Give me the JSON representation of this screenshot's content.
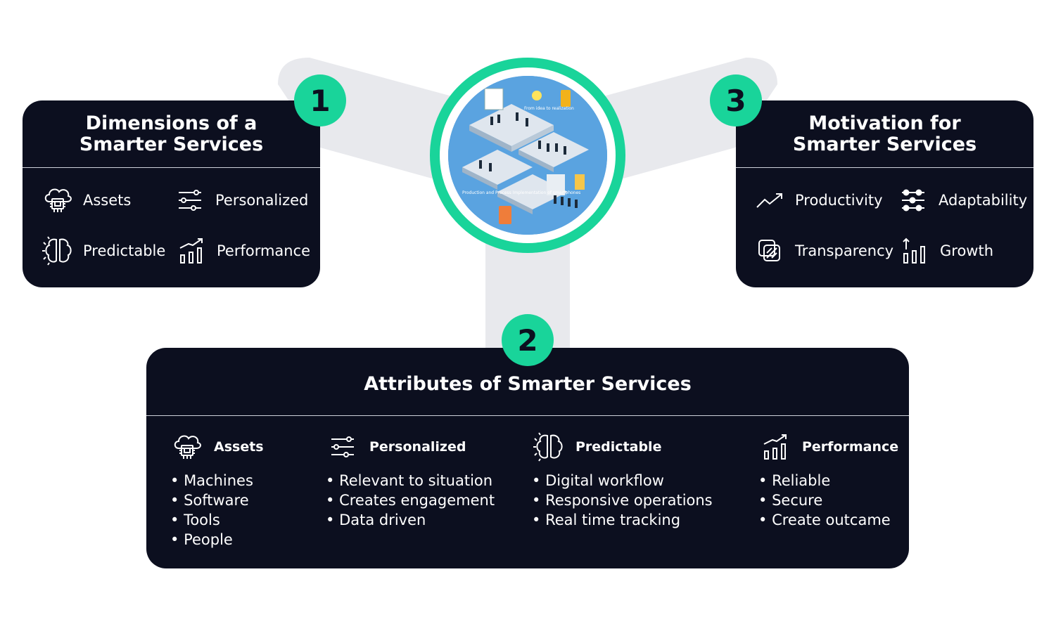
{
  "colors": {
    "panel": "#0c0f1f",
    "accent": "#19d49a",
    "connector": "#e8e9ed",
    "text": "#ffffff"
  },
  "hub": {
    "illustration": "smart-factory-illustration",
    "caption_top": "From idea to realization",
    "caption_bottom": "Production and Process Implementation of smartphones"
  },
  "panel1": {
    "badge": "1",
    "title_line1": "Dimensions of a",
    "title_line2": "Smarter Services",
    "items": [
      {
        "label": "Assets",
        "icon": "cloud-chip-icon"
      },
      {
        "label": "Personalized",
        "icon": "sliders-icon"
      },
      {
        "label": "Predictable",
        "icon": "brain-icon"
      },
      {
        "label": "Performance",
        "icon": "bar-growth-icon"
      }
    ]
  },
  "panel3": {
    "badge": "3",
    "title_line1": "Motivation for",
    "title_line2": "Smarter Services",
    "items": [
      {
        "label": "Productivity",
        "icon": "trend-up-icon"
      },
      {
        "label": "Adaptability",
        "icon": "adjust-dots-icon"
      },
      {
        "label": "Transparency",
        "icon": "layers-icon"
      },
      {
        "label": "Growth",
        "icon": "bar-arrow-icon"
      }
    ]
  },
  "panel2": {
    "badge": "2",
    "title": "Attributes of Smarter Services",
    "columns": [
      {
        "heading": "Assets",
        "icon": "cloud-chip-icon",
        "bullets": [
          "Machines",
          "Software",
          "Tools",
          "People"
        ]
      },
      {
        "heading": "Personalized",
        "icon": "sliders-icon",
        "bullets": [
          "Relevant to situation",
          "Creates engagement",
          "Data driven"
        ]
      },
      {
        "heading": "Predictable",
        "icon": "brain-icon",
        "bullets": [
          "Digital workflow",
          "Responsive operations",
          "Real time tracking"
        ]
      },
      {
        "heading": "Performance",
        "icon": "bar-growth-icon",
        "bullets": [
          "Reliable",
          "Secure",
          "Create outcame"
        ]
      }
    ]
  }
}
